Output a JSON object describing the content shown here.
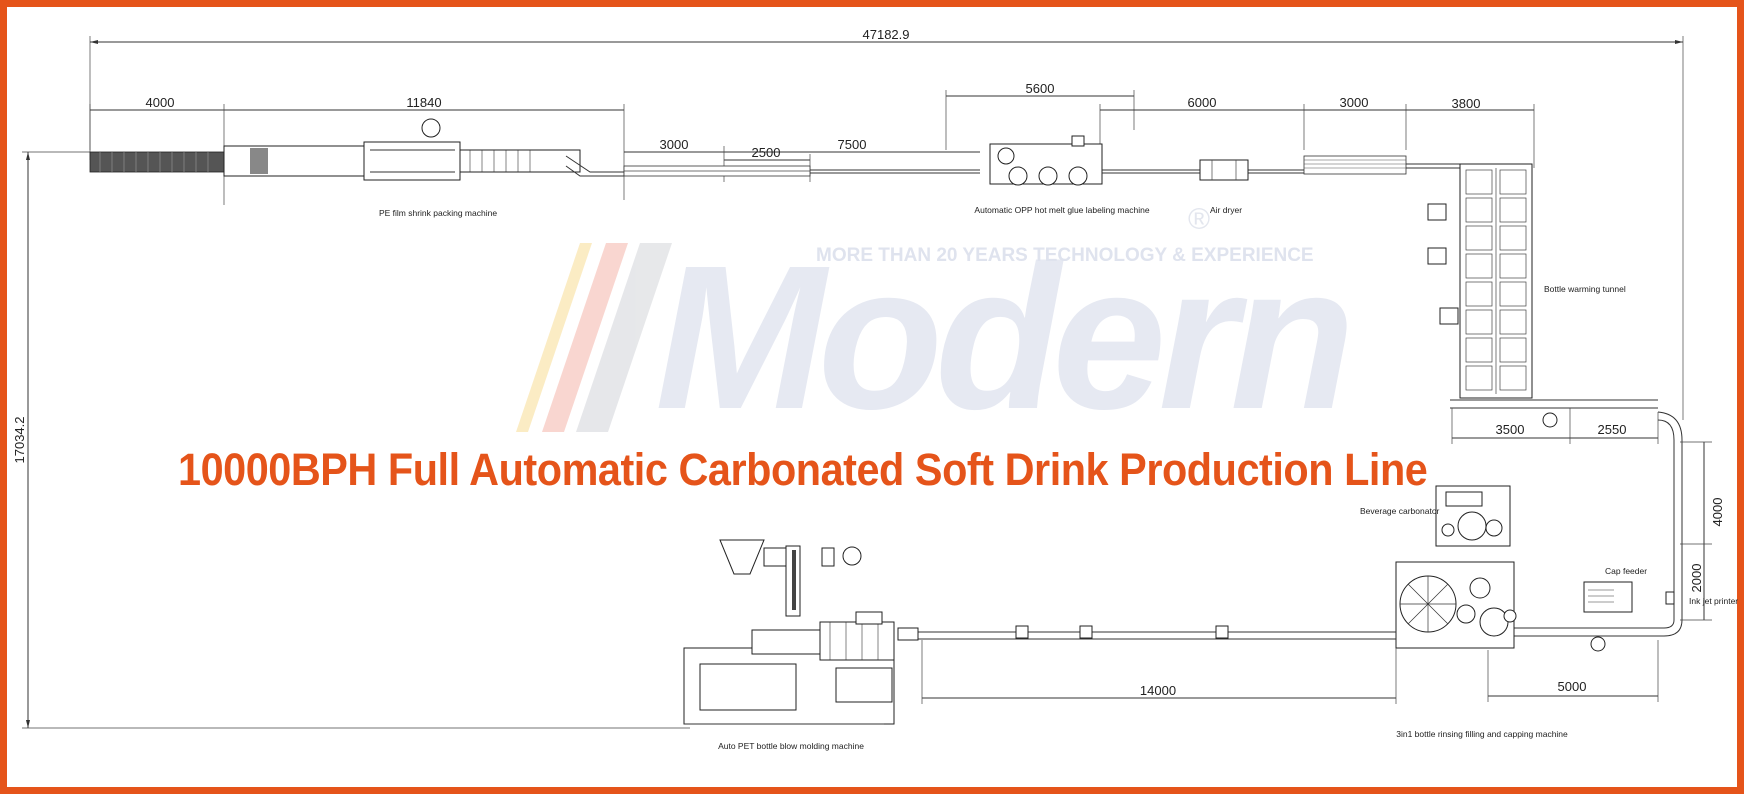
{
  "title": "10000BPH Full Automatic Carbonated Soft Drink Production Line",
  "watermark": {
    "word": "Modern",
    "tagline": "MORE THAN 20 YEARS TECHNOLOGY & EXPERIENCE",
    "registered": "®"
  },
  "dimensions": {
    "overall_width": "47182.9",
    "overall_height": "17034.2",
    "d_4000_top": "4000",
    "d_11840": "11840",
    "d_5600": "5600",
    "d_6000": "6000",
    "d_3000_right": "3000",
    "d_3800": "3800",
    "d_3000_mid": "3000",
    "d_2500": "2500",
    "d_7500": "7500",
    "d_3500": "3500",
    "d_2550": "2550",
    "d_4000_side": "4000",
    "d_2000": "2000",
    "d_14000": "14000",
    "d_5000": "5000"
  },
  "machines": {
    "pe_film": "PE film shrink packing machine",
    "labeling": "Automatic OPP hot melt glue labeling machine",
    "air_dryer": "Air dryer",
    "warming_tunnel": "Bottle warming tunnel",
    "carbonator": "Beverage carbonator",
    "cap_feeder": "Cap feeder",
    "ink_jet": "Ink jet printer",
    "blow_molding": "Auto PET bottle blow molding machine",
    "filling": "3in1 bottle rinsing filling and capping machine"
  },
  "colors": {
    "frame": "#e5541a",
    "title": "#e5541a",
    "watermark": "#e6e9f2"
  }
}
